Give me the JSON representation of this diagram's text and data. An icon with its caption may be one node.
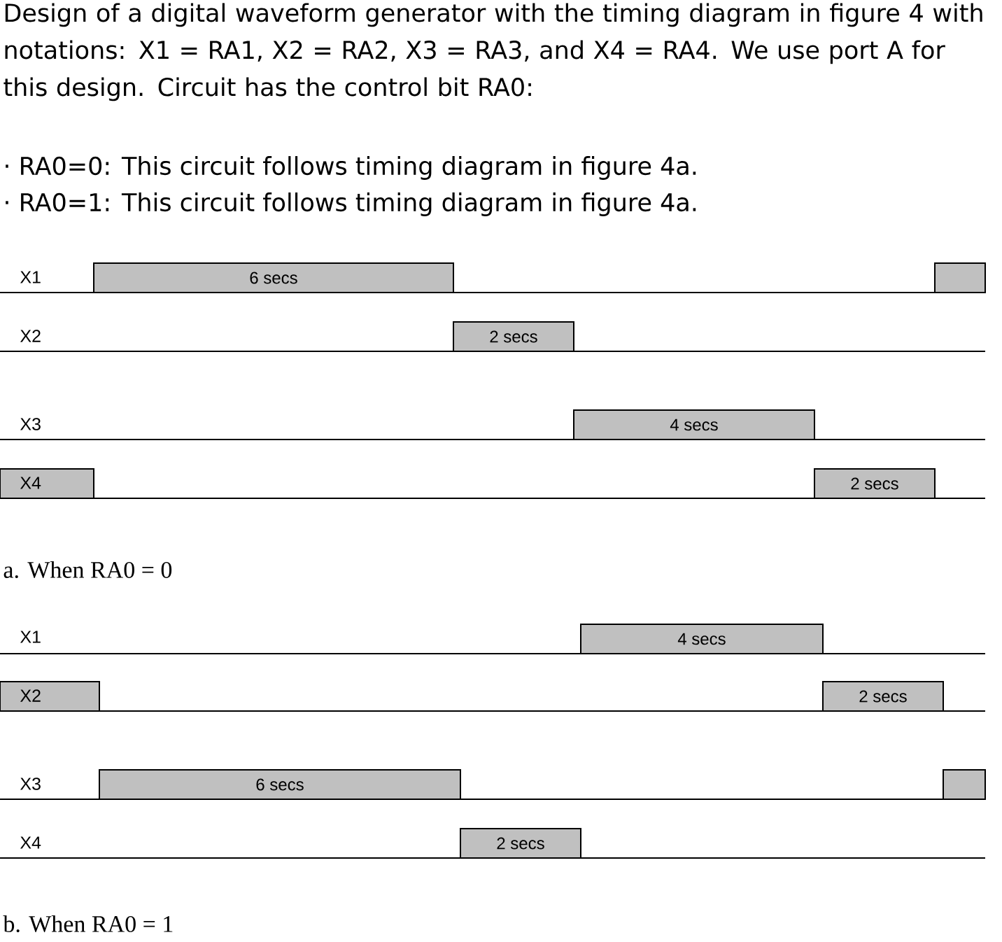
{
  "diagram": {
    "title": "Design of a digital waveform generator with the timing diagram in figure 4 with notations: X1 = RA1, X2 = RA2, X3 = RA3, and X4 = RA4. We use port A for this design. Circuit has the control bit RA0:",
    "nodes": [
      {
        "text": [
          "6 secs"
        ]
      },
      {
        "text": [],
        "shape": "bar"
      },
      {
        "text": [
          "2 secs"
        ]
      },
      {
        "text": [
          "4 secs"
        ]
      },
      {
        "text": [],
        "shape": "bar"
      },
      {
        "text": [
          "2 secs"
        ]
      },
      {
        "text": [
          "4 secs"
        ]
      },
      {
        "text": [],
        "shape": "bar"
      },
      {
        "text": [
          "2 secs"
        ]
      },
      {
        "text": [
          "6 secs"
        ]
      },
      {
        "text": [],
        "shape": "bar"
      },
      {
        "text": [
          "2 secs"
        ]
      }
    ],
    "labels": [
      "· RA0=0: This circuit follows timing diagram in figure 4a.",
      "· RA0=1: This circuit follows timing diagram in figure 4a.",
      "X1",
      "X2",
      "X3",
      "X4",
      "a. When RA0 = 0",
      "X1",
      "X2",
      "X3",
      "X4",
      "b. When RA0 = 1"
    ]
  }
}
